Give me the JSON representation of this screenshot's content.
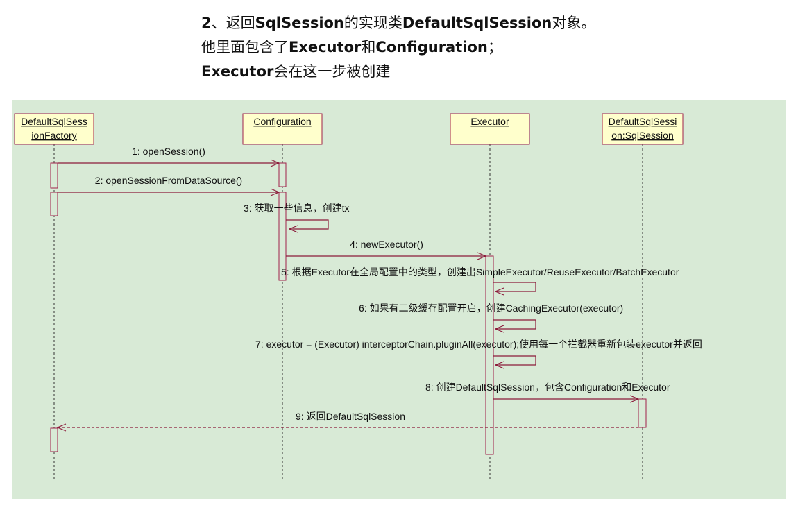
{
  "heading": {
    "line1": {
      "number": "2",
      "mid": "、返回",
      "cls1": "SqlSession",
      "mid2": "的实现类",
      "cls2": "DefaultSqlSession",
      "end": "对象。"
    },
    "line2": {
      "start": "他里面包含了",
      "cls1": "Executor",
      "mid": "和",
      "cls2": "Configuration",
      "end": "；"
    },
    "line3": {
      "cls": "Executor",
      "end": "会在这一步被创建"
    }
  },
  "colors": {
    "background": "#d8ead6",
    "object_box": "#ffffcc",
    "object_border": "#a0204a",
    "message": "#8b1a3a"
  },
  "lifelines": [
    {
      "line1": "DefaultSqlSess",
      "line2": "ionFactory"
    },
    {
      "line1": "Configuration",
      "line2": ""
    },
    {
      "line1": "Executor",
      "line2": ""
    },
    {
      "line1": "DefaultSqlSessi",
      "line2": "on:SqlSession"
    }
  ],
  "messages": [
    "1: openSession()",
    "2: openSessionFromDataSource()",
    "3: 获取一些信息，创建tx",
    "4: newExecutor()",
    "5: 根据Executor在全局配置中的类型，创建出SimpleExecutor/ReuseExecutor/BatchExecutor",
    "6: 如果有二级缓存配置开启，创建CachingExecutor(executor)",
    "7: executor = (Executor) interceptorChain.pluginAll(executor);使用每一个拦截器重新包装executor并返回",
    "8: 创建DefaultSqlSession，包含Configuration和Executor",
    "9: 返回DefaultSqlSession"
  ]
}
